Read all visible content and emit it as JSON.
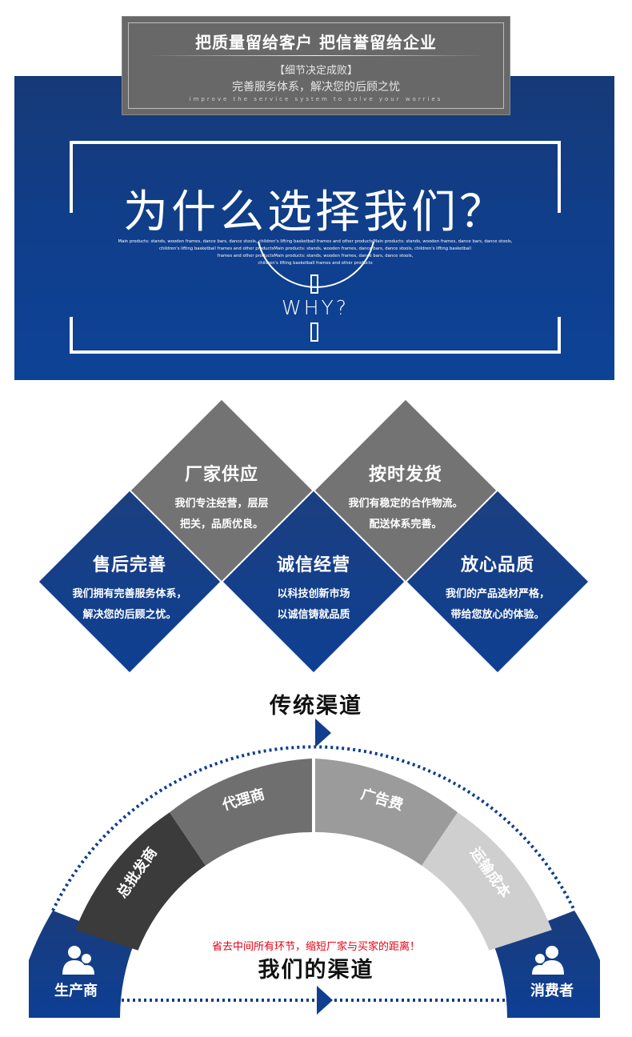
{
  "banner": {
    "title": "把质量留给客户 把信誉留给企业",
    "sub1": "【细节决定成败】",
    "sub2": "完善服务体系，解决您的后顾之忧",
    "sub3": "improve the service system to solve your worries"
  },
  "why": {
    "title": "为什么选择我们？",
    "fine_lines": [
      "Main products: stands, wooden frames, dance bars, dance stools, children's lifting basketball frames and other productsMain products: stands, wooden frames, dance bars, dance stools,",
      "children's lifting basketball frames and other productsMain products: stands, wooden frames, dance bars, dance stools, children's lifting basketball",
      "frames and other productsMain products: stands, wooden frames, dance bars, dance stools,",
      "children's lifting basketball frames and other products"
    ],
    "english": "WHY?"
  },
  "features": {
    "supply": {
      "title": "厂家供应",
      "line1": "我们专注经营，层层",
      "line2": "把关，品质优良。"
    },
    "delivery": {
      "title": "按时发货",
      "line1": "我们有稳定的合作物流。",
      "line2": "配送体系完善。"
    },
    "aftersale": {
      "title": "售后完善",
      "line1": "我们拥有完善服务体系，",
      "line2": "解决您的后顾之忧。"
    },
    "integrity": {
      "title": "诚信经营",
      "line1": "以科技创新市场",
      "line2": "以诚信铸就品质"
    },
    "quality": {
      "title": "放心品质",
      "line1": "我们的产品选材严格，",
      "line2": "带给您放心的体验。"
    }
  },
  "channels": {
    "traditional_title": "传统渠道",
    "segments": [
      "总批发商",
      "代理商",
      "广告费",
      "运输成本"
    ],
    "note": "省去中间所有环节，缩短厂家与买家的距离！",
    "ours_title": "我们的渠道",
    "producer": "生产商",
    "consumer": "消费者"
  },
  "colors": {
    "navy": "#0f3f8e",
    "gray_dark": "#3a3a3a",
    "gray_mid": "#6e6e6e",
    "gray_light": "#9a9a9a",
    "gray_pale": "#d0d0d0",
    "note_red": "#e60012"
  }
}
